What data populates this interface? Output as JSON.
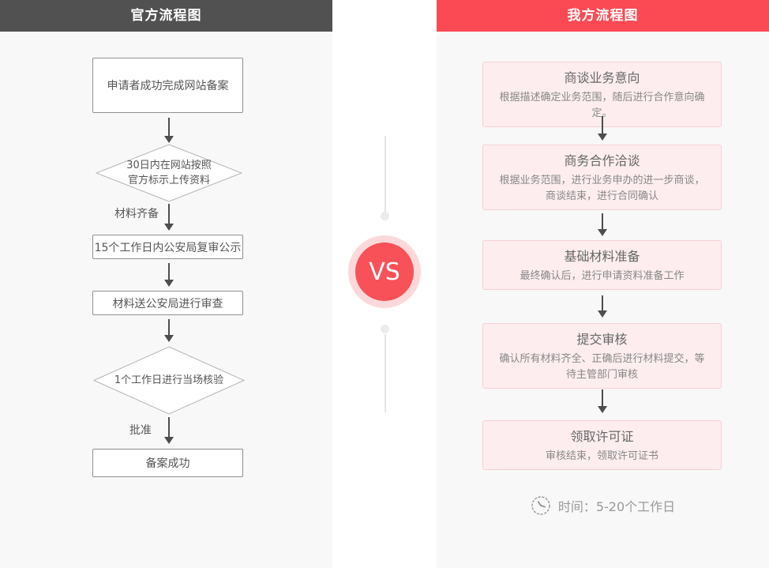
{
  "colors": {
    "left_header_bg": "#515151",
    "right_header_bg": "#fb4a54",
    "panel_bg": "#f8f8f8",
    "accent_red": "#f85157",
    "vs_ring": "#fbd9da",
    "step_bg": "#fdedef",
    "step_border": "#f7cfd4"
  },
  "left_panel": {
    "header": "官方流程图",
    "box1": "申请者成功完成网站备案",
    "diamond1": {
      "line1": "30日内在网站按照",
      "line2": "官方标示上传资料"
    },
    "branch_label1": "材料齐备",
    "box2": "15个工作日内公安局复审公示",
    "box3": "材料送公安局进行审查",
    "diamond2": "1个工作日进行当场核验",
    "branch_label2": "批准",
    "box4": "备案成功"
  },
  "versus": {
    "label": "VS"
  },
  "right_panel": {
    "header": "我方流程图",
    "steps": [
      {
        "title": "商谈业务意向",
        "desc": "根据描述确定业务范围，随后进行合作意向确定。"
      },
      {
        "title": "商务合作洽谈",
        "desc": "根据业务范围，进行业务申办的进一步商谈，商谈结束，进行合同确认"
      },
      {
        "title": "基础材料准备",
        "desc": "最终确认后，进行申请资料准备工作"
      },
      {
        "title": "提交审核",
        "desc": "确认所有材料齐全、正确后进行材料提交，等待主管部门审核"
      },
      {
        "title": "领取许可证",
        "desc": "审核结束，领取许可证书"
      }
    ],
    "time_note": "时间：5-20个工作日",
    "clock_icon": "clock"
  }
}
